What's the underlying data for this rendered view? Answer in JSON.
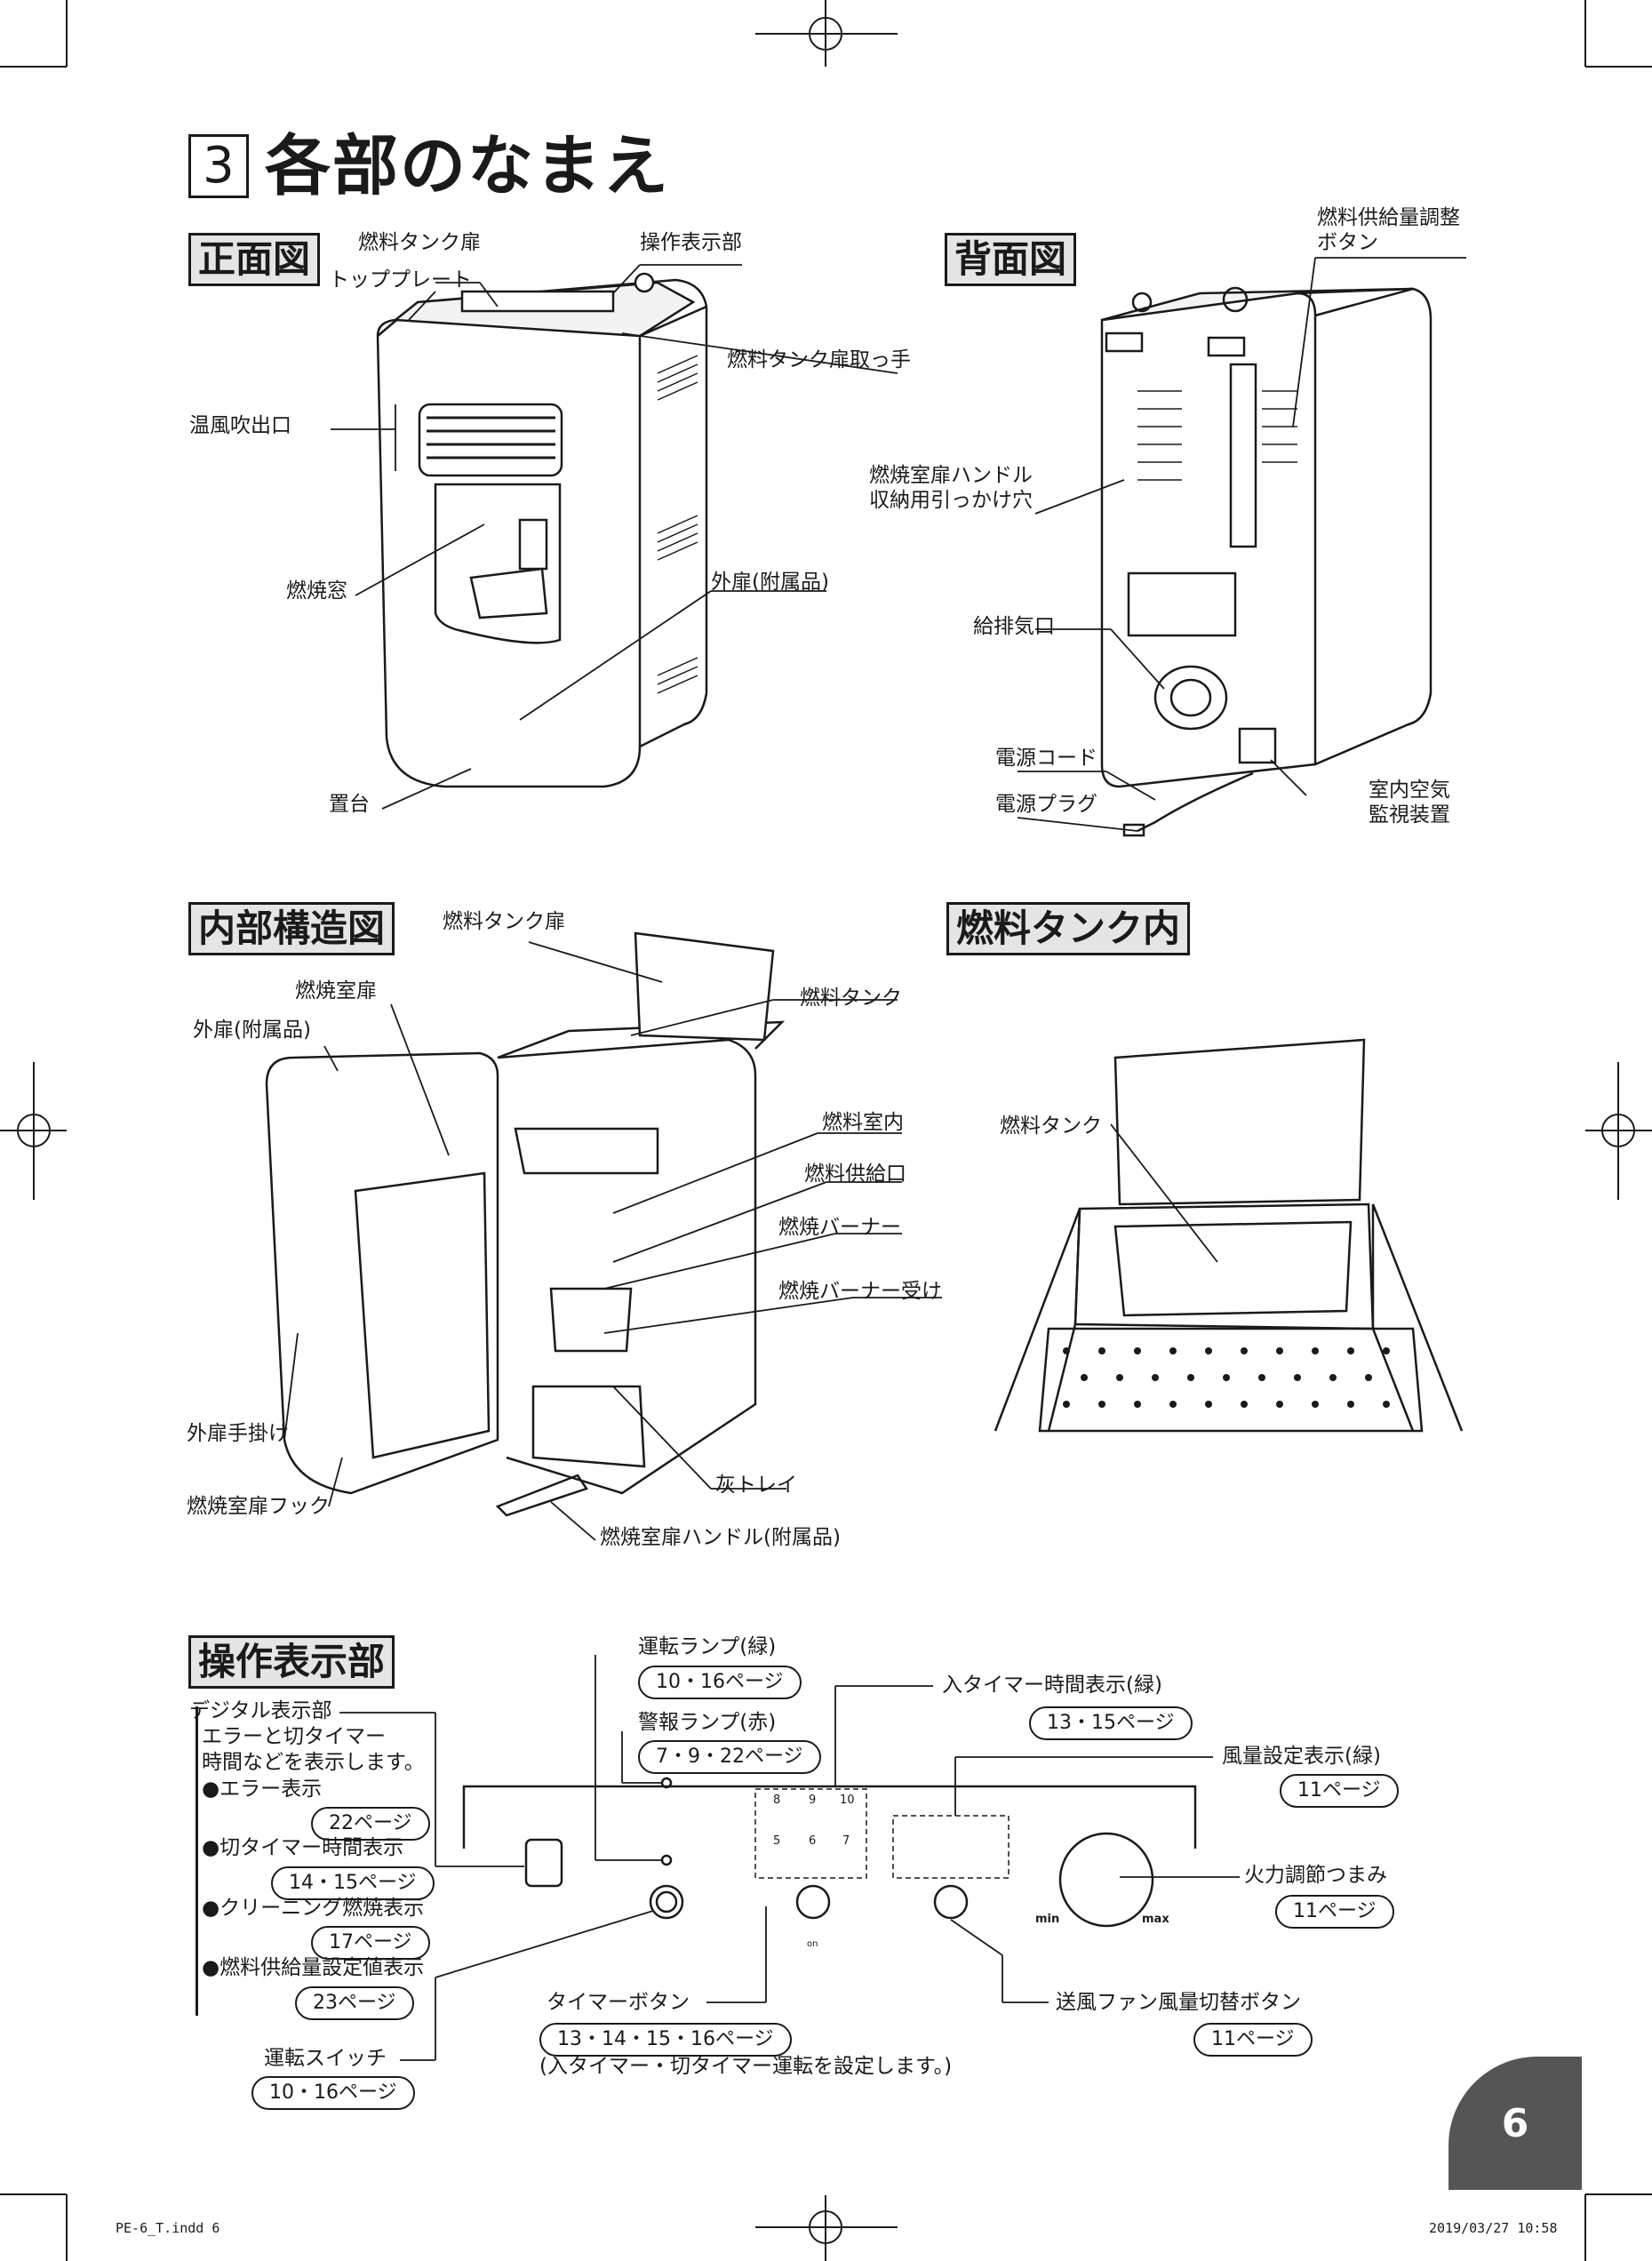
{
  "title": {
    "number": "3",
    "text": "各部のなまえ"
  },
  "sections": {
    "front": "正面図",
    "back": "背面図",
    "internal": "内部構造図",
    "tank": "燃料タンク内",
    "panel": "操作表示部"
  },
  "front_labels": {
    "tank_door": "燃料タンク扉",
    "control_panel": "操作表示部",
    "top_plate": "トッププレート",
    "tank_door_handle": "燃料タンク扉取っ手",
    "warm_air_outlet": "温風吹出口",
    "combustion_window": "燃焼窓",
    "outer_door": "外扉(附属品)",
    "base": "置台"
  },
  "back_labels": {
    "fuel_supply_button": "燃料供給量調整\nボタン",
    "handle_hook": "燃焼室扉ハンドル\n収納用引っかけ穴",
    "exhaust": "給排気口",
    "power_cord": "電源コード",
    "power_plug": "電源プラグ",
    "air_monitor": "室内空気\n監視装置"
  },
  "internal_labels": {
    "tank_door": "燃料タンク扉",
    "chamber_door": "燃焼室扉",
    "outer_door": "外扉(附属品)",
    "tank": "燃料タンク",
    "chamber": "燃料室内",
    "supply_port": "燃料供給口",
    "burner": "燃焼バーナー",
    "burner_tray": "燃焼バーナー受け",
    "outer_grip": "外扉手掛け",
    "hook": "燃焼室扉フック",
    "ash_tray": "灰トレイ",
    "handle": "燃焼室扉ハンドル(附属品)"
  },
  "tank_labels": {
    "tank": "燃料タンク"
  },
  "panel_labels": {
    "run_lamp": "運転ランプ(緑)",
    "run_lamp_page": "10・16ページ",
    "alarm_lamp": "警報ランプ(赤)",
    "alarm_lamp_page": "7・9・22ページ",
    "on_timer": "入タイマー時間表示(緑)",
    "on_timer_page": "13・15ページ",
    "fan_display": "風量設定表示(緑)",
    "fan_display_page": "11ページ",
    "flame_knob": "火力調節つまみ",
    "flame_knob_page": "11ページ",
    "timer_button": "タイマーボタン",
    "timer_button_page": "13・14・15・16ページ",
    "timer_note": "(入タイマー・切タイマー運転を設定します。)",
    "fan_button": "送風ファン風量切替ボタン",
    "fan_button_page": "11ページ",
    "run_switch": "運転スイッチ",
    "run_switch_page": "10・16ページ",
    "digital": "デジタル表示部",
    "digital_desc1": "エラーと切タイマー",
    "digital_desc2": "時間などを表示します。",
    "err": "●エラー表示",
    "err_page": "22ページ",
    "off_timer": "●切タイマー時間表示",
    "off_timer_page": "14・15ページ",
    "cleaning": "●クリーニング燃焼表示",
    "cleaning_page": "17ページ",
    "fuel_set": "●燃料供給量設定値表示",
    "fuel_set_page": "23ページ",
    "numbers_top": [
      "8",
      "9",
      "10"
    ],
    "numbers_bottom": [
      "5",
      "6",
      "7"
    ],
    "min": "min",
    "max": "max",
    "on": "on"
  },
  "page_number": "6",
  "footer": {
    "left": "PE-6_T.indd   6",
    "right": "2019/03/27   10:58"
  }
}
